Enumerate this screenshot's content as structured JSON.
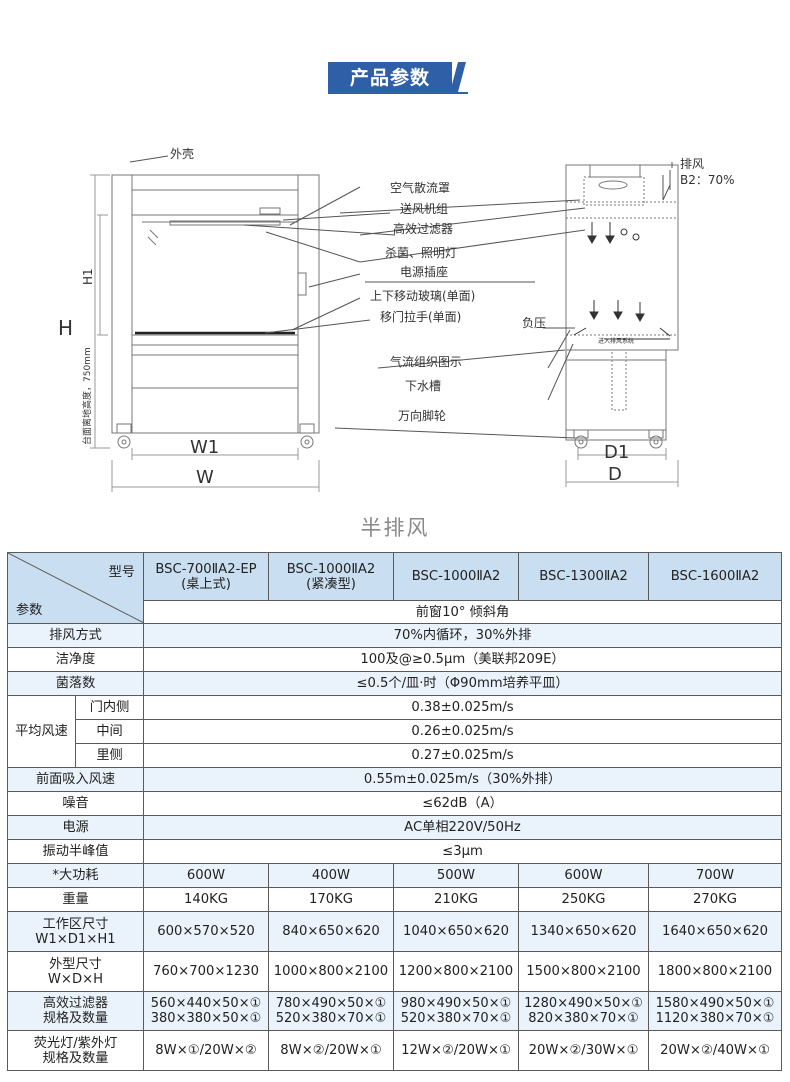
{
  "header": {
    "title": "产品参数"
  },
  "diagram": {
    "labels": {
      "outer_shell": "外壳",
      "air_hood": "空气散流罩",
      "fan_unit": "送风机组",
      "hepa": "高效过滤器",
      "lamp": "杀菌、照明灯",
      "socket": "电源插座",
      "glass": "上下移动玻璃(单面)",
      "handle": "移门拉手(单面)",
      "neg_pressure": "负压",
      "airflow": "气流组织图示",
      "drain": "下水槽",
      "caster": "万向脚轮",
      "exhaust": "排风",
      "b2": "B2：70%",
      "to_exhaust": "进入排风系统",
      "h": "H",
      "h1": "H1",
      "bench_height": "台面离地高度，750mm",
      "w1": "W1",
      "w": "W",
      "d1": "D1",
      "d": "D"
    }
  },
  "subtitle": "半排风",
  "table": {
    "corner_model": "型号",
    "corner_param": "参数",
    "models": [
      {
        "line1": "BSC-700ⅡA2-EP",
        "line2": "(桌上式)"
      },
      {
        "line1": "BSC-1000ⅡA2",
        "line2": "(紧凑型)"
      },
      {
        "line1": "BSC-1000ⅡA2",
        "line2": ""
      },
      {
        "line1": "BSC-1300ⅡA2",
        "line2": ""
      },
      {
        "line1": "BSC-1600ⅡA2",
        "line2": ""
      }
    ],
    "front_window": "前窗10° 倾斜角",
    "rows": {
      "exhaust_mode": {
        "label": "排风方式",
        "value": "70%内循环，30%外排"
      },
      "cleanliness": {
        "label": "洁净度",
        "value": "100及@≥0.5μm（美联邦209E）"
      },
      "colonies": {
        "label": "菌落数",
        "value": "≤0.5个/皿·时（Φ90mm培养平皿）"
      },
      "avg_speed": {
        "label": "平均风速"
      },
      "door_inner": {
        "label": "门内侧",
        "value": "0.38±0.025m/s"
      },
      "middle": {
        "label": "中间",
        "value": "0.26±0.025m/s"
      },
      "inner": {
        "label": "里侧",
        "value": "0.27±0.025m/s"
      },
      "front_intake": {
        "label": "前面吸入风速",
        "value": "0.55m±0.025m/s（30%外排）"
      },
      "noise": {
        "label": "噪音",
        "value": "≤62dB（A）"
      },
      "power_supply": {
        "label": "电源",
        "value": "AC单相220V/50Hz"
      },
      "vibration": {
        "label": "振动半峰值",
        "value": "≤3μm"
      },
      "max_power": {
        "label": "*大功耗",
        "values": [
          "600W",
          "400W",
          "500W",
          "600W",
          "700W"
        ]
      },
      "weight": {
        "label": "重量",
        "values": [
          "140KG",
          "170KG",
          "210KG",
          "250KG",
          "270KG"
        ]
      },
      "work_area": {
        "label1": "工作区尺寸",
        "label2": "W1×D1×H1",
        "values": [
          "600×570×520",
          "840×650×620",
          "1040×650×620",
          "1340×650×620",
          "1640×650×620"
        ]
      },
      "outer_size": {
        "label1": "外型尺寸",
        "label2": "W×D×H",
        "values": [
          "760×700×1230",
          "1000×800×2100",
          "1200×800×2100",
          "1500×800×2100",
          "1800×800×2100"
        ]
      },
      "filter_spec": {
        "label1": "高效过滤器",
        "label2": "规格及数量",
        "values1": [
          "560×440×50×①",
          "780×490×50×①",
          "980×490×50×①",
          "1280×490×50×①",
          "1580×490×50×①"
        ],
        "values2": [
          "380×380×50×①",
          "520×380×70×①",
          "520×380×70×①",
          "820×380×70×①",
          "1120×380×70×①"
        ]
      },
      "lamp_spec": {
        "label1": "荧光灯/紫外灯",
        "label2": "规格及数量",
        "values": [
          "8W×①/20W×②",
          "8W×②/20W×①",
          "12W×②/20W×①",
          "20W×②/30W×①",
          "20W×②/40W×①"
        ]
      }
    }
  },
  "colors": {
    "accent": "#2f5fa6",
    "header_bg": "#c9dff1",
    "row_bg": "#eaf3fb"
  }
}
